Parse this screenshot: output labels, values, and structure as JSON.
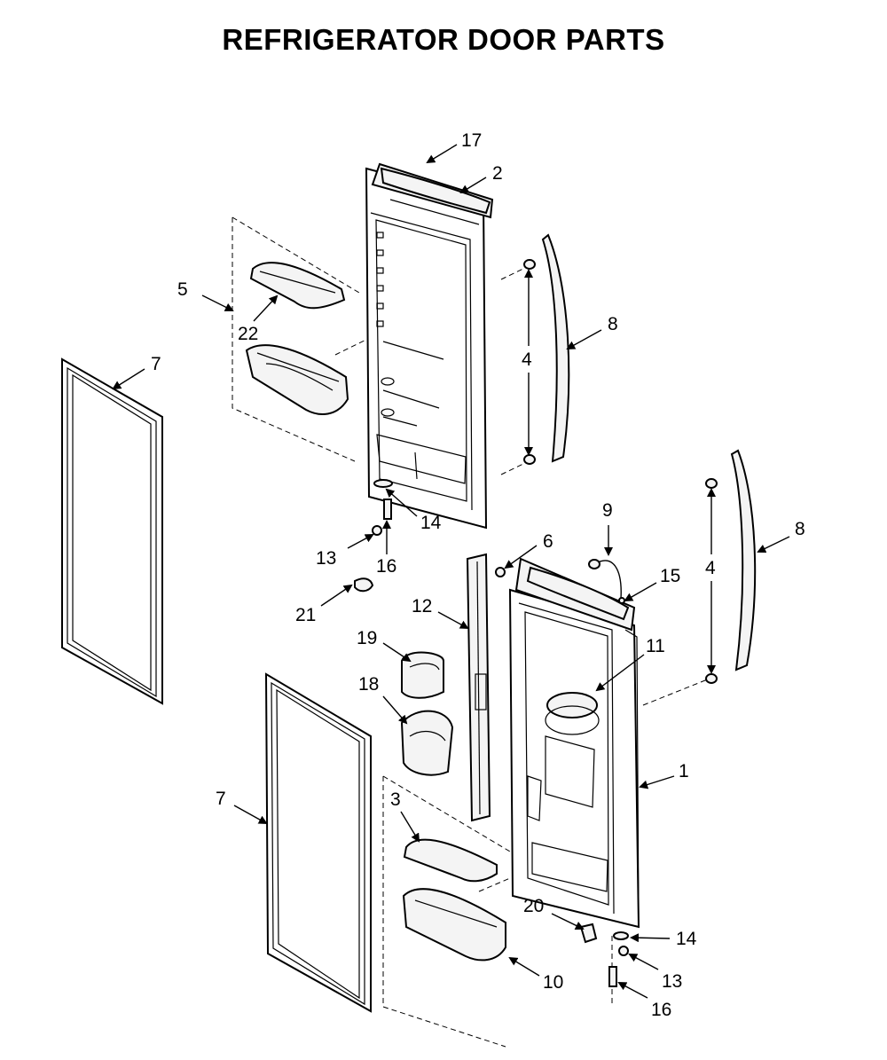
{
  "title": "REFRIGERATOR DOOR PARTS",
  "callouts": [
    {
      "id": "c17",
      "label": "17"
    },
    {
      "id": "c2",
      "label": "2"
    },
    {
      "id": "c5",
      "label": "5"
    },
    {
      "id": "c22",
      "label": "22"
    },
    {
      "id": "c7a",
      "label": "7"
    },
    {
      "id": "c4a",
      "label": "4"
    },
    {
      "id": "c8a",
      "label": "8"
    },
    {
      "id": "c14a",
      "label": "14"
    },
    {
      "id": "c13a",
      "label": "13"
    },
    {
      "id": "c16a",
      "label": "16"
    },
    {
      "id": "c9",
      "label": "9"
    },
    {
      "id": "c6",
      "label": "6"
    },
    {
      "id": "c15",
      "label": "15"
    },
    {
      "id": "c8b",
      "label": "8"
    },
    {
      "id": "c4b",
      "label": "4"
    },
    {
      "id": "c21",
      "label": "21"
    },
    {
      "id": "c12",
      "label": "12"
    },
    {
      "id": "c19",
      "label": "19"
    },
    {
      "id": "c11",
      "label": "11"
    },
    {
      "id": "c18",
      "label": "18"
    },
    {
      "id": "c1",
      "label": "1"
    },
    {
      "id": "c7b",
      "label": "7"
    },
    {
      "id": "c3",
      "label": "3"
    },
    {
      "id": "c20",
      "label": "20"
    },
    {
      "id": "c14b",
      "label": "14"
    },
    {
      "id": "c10",
      "label": "10"
    },
    {
      "id": "c13b",
      "label": "13"
    },
    {
      "id": "c16b",
      "label": "16"
    }
  ]
}
